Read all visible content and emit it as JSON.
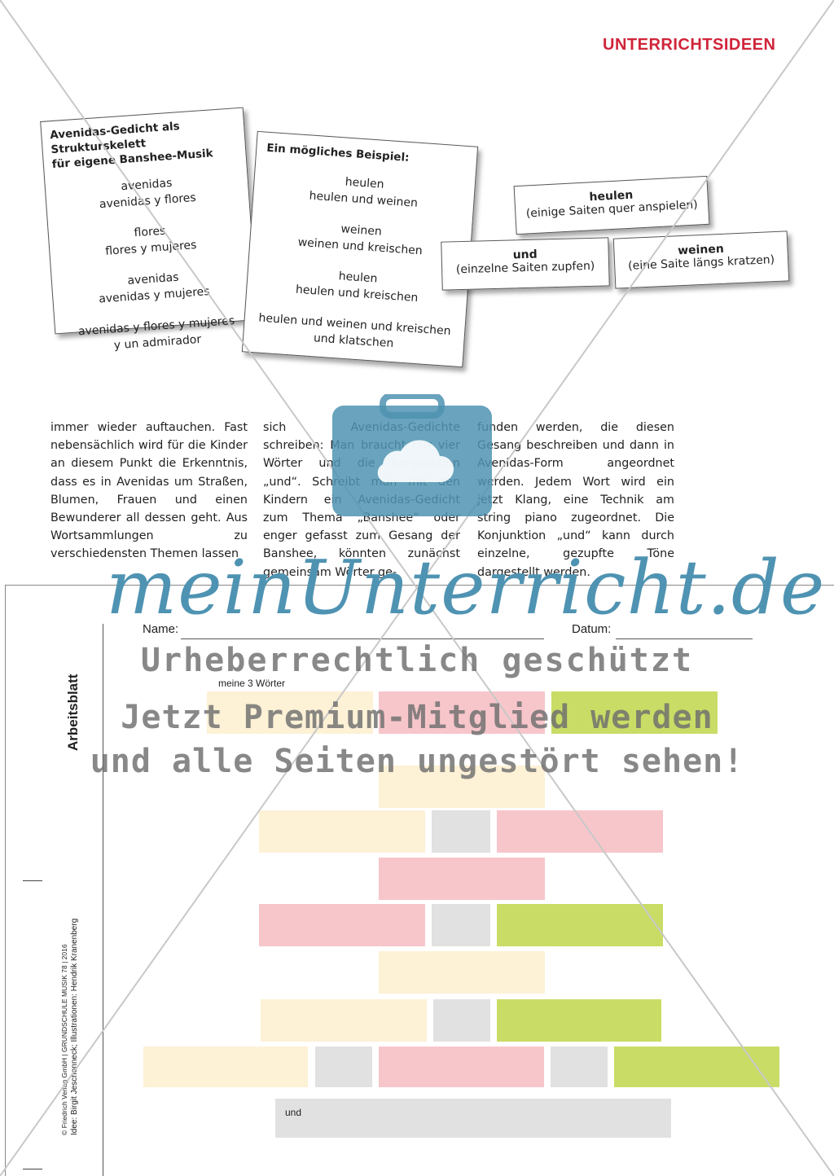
{
  "header": {
    "title": "UNTERRICHTSIDEEN"
  },
  "card1": {
    "title_line1": "Avenidas-Gedicht als Strukturskelett",
    "title_line2": "für eigene Banshee-Musik",
    "lines": [
      "avenidas",
      "avenidas y flores",
      "",
      "flores",
      "flores y mujeres",
      "",
      "avenidas",
      "avenidas y mujeres",
      "",
      "avenidas y flores y mujeres",
      "y un admirador"
    ]
  },
  "card2": {
    "title": "Ein mögliches Beispiel:",
    "lines": [
      "heulen",
      "heulen und weinen",
      "",
      "weinen",
      "weinen und kreischen",
      "",
      "heulen",
      "heulen und kreischen",
      "",
      "heulen und weinen und kreischen",
      "und klatschen"
    ]
  },
  "word_cards": {
    "heulen": {
      "word": "heulen",
      "desc": "(einige Saiten quer anspielen)"
    },
    "und": {
      "word": "und",
      "desc": "(einzelne Saiten zupfen)"
    },
    "weinen": {
      "word": "weinen",
      "desc": "(eine Saite längs kratzen)"
    }
  },
  "body_text": {
    "col1": "immer wieder auftauchen. Fast nebensächlich wird für die Kinder an diesem Punkt die Erkenntnis, dass es in Avenidas um Straßen, Blumen, Frauen und einen Bewunderer all dessen geht. Aus Wortsammlungen zu verschiedensten Themen lassen",
    "col2": "sich Avenidas-Gedichte schreiben: Man braucht nur vier Wörter und die Konjunktion „und“. Schreibt man mit den Kindern ein Avenidas-Gedicht zum Thema „Banshee“ oder enger gefasst zum Gesang der Banshee, könnten zunächst gemeinsam Wörter ge-",
    "col3": "funden werden, die diesen Gesang beschreiben und dann in Avenidas-Form angeordnet werden. Jedem Wort wird ein jetzt Klang, eine Technik am string piano zugeordnet. Die Konjunktion „und“ kann durch einzelne, gezupfte Töne dargestellt werden."
  },
  "watermark": {
    "logo": "meinUnterricht.de",
    "line1": "Urheberrechtlich geschützt",
    "line2": "Jetzt Premium-Mitglied werden",
    "line3": "und alle Seiten ungestört sehen!"
  },
  "worksheet": {
    "side_label": "Arbeitsblatt",
    "name_label": "Name:",
    "date_label": "Datum:",
    "words_label": "meine 3 Wörter",
    "und_label": "und",
    "credit_line1": "© Friedrich Verlag GmbH | GRUNDSCHULE MUSIK 78 | 2016",
    "credit_line2": "Idee: Birgit Jeschonneck; Illustrationen: Hendrik Kranenberg"
  },
  "colors": {
    "yellow": "#fdf1d6",
    "pink": "#f7c6cb",
    "green": "#c9dc66",
    "gray": "#e1e1e2",
    "accent": "#d0253a",
    "logo": "#4f93b2"
  }
}
